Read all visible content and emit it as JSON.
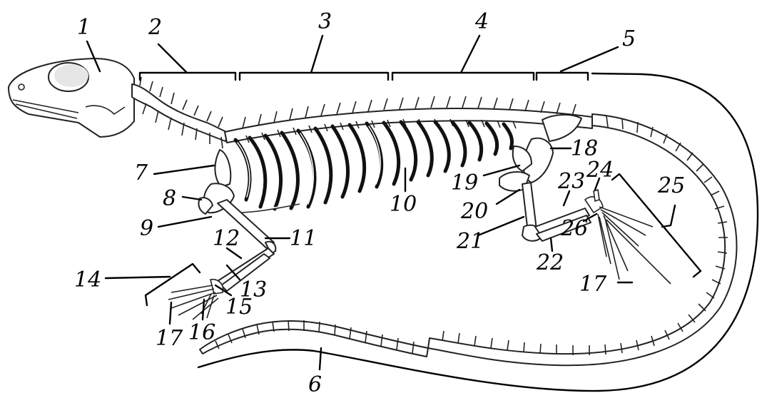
{
  "diagram": {
    "labels": {
      "l1": "1",
      "l2": "2",
      "l3": "3",
      "l4": "4",
      "l5": "5",
      "l6": "6",
      "l7": "7",
      "l8": "8",
      "l9": "9",
      "l10": "10",
      "l11": "11",
      "l12": "12",
      "l13": "13",
      "l14": "14",
      "l15": "15",
      "l16": "16",
      "l17a": "17",
      "l17b": "17",
      "l18": "18",
      "l19": "19",
      "l20": "20",
      "l21": "21",
      "l22": "22",
      "l23": "23",
      "l24": "24",
      "l25": "25",
      "l26": "26"
    }
  }
}
